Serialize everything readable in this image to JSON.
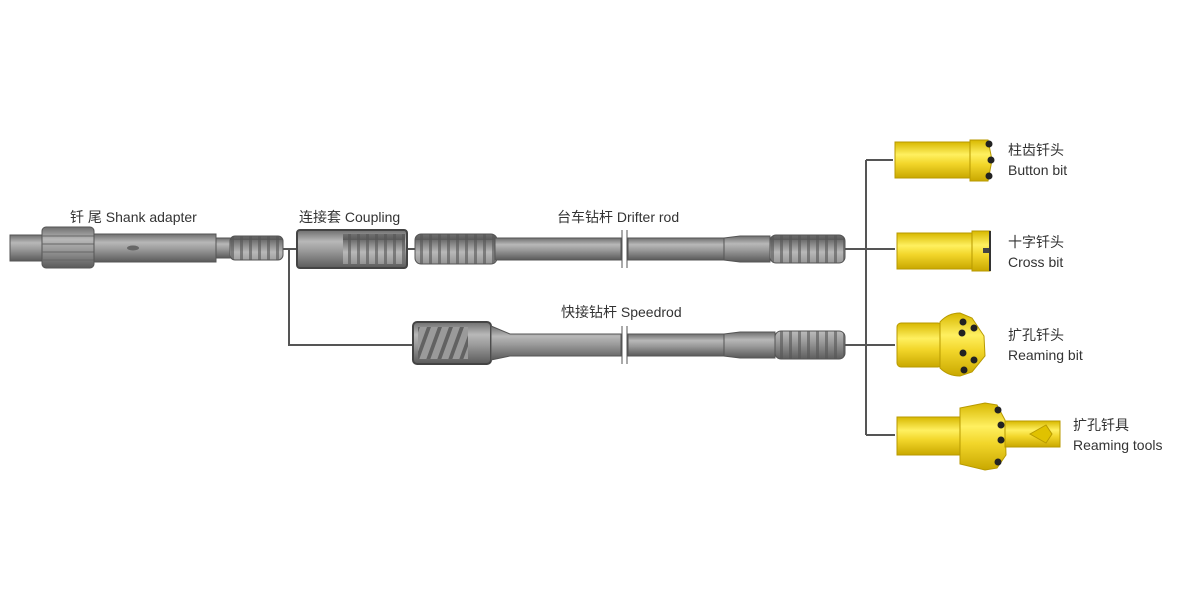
{
  "title": "Drilling tool system",
  "colors": {
    "steel": "#8c8c8c",
    "bit_yellow": "#f2d62a",
    "line": "#555555"
  },
  "components": {
    "shank": {
      "label": "钎  尾 Shank adapter"
    },
    "coupling": {
      "label": "连接套 Coupling"
    },
    "drifter_rod": {
      "label": "台车钻杆 Drifter rod"
    },
    "speedrod": {
      "label": "快接钻杆 Speedrod"
    }
  },
  "bits": [
    {
      "cn": "柱齿钎头",
      "en": "Button bit"
    },
    {
      "cn": "十字钎头",
      "en": "Cross bit"
    },
    {
      "cn": "扩孔钎头",
      "en": "Reaming bit"
    },
    {
      "cn": "扩孔钎具",
      "en": "Reaming tools"
    }
  ]
}
